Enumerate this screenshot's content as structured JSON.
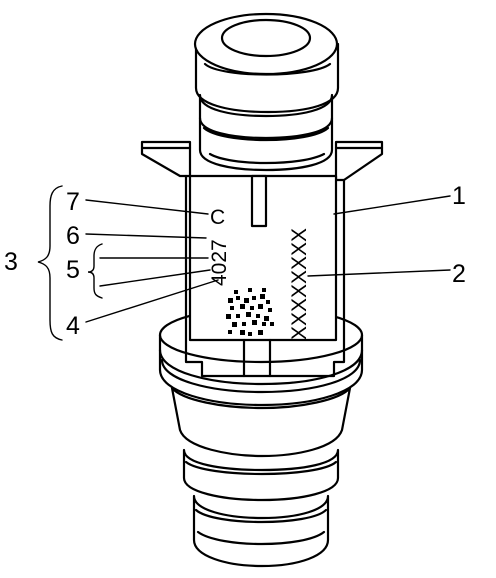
{
  "callouts": {
    "c1": "1",
    "c2": "2",
    "c3": "3",
    "c4": "4",
    "c5": "5",
    "c6": "6",
    "c7": "7"
  },
  "markings": {
    "revision_letter": "C",
    "part_number": "4027",
    "serial": "XXXXXXXX"
  }
}
